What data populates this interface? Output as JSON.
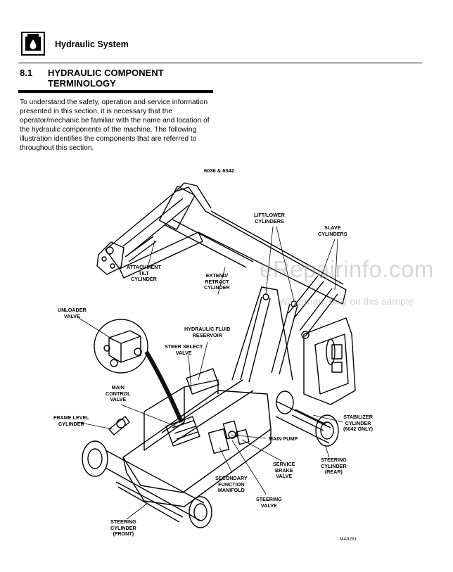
{
  "header": {
    "title": "Hydraulic System",
    "icon": "hydraulic-oil-icon"
  },
  "section": {
    "number": "8.1",
    "title": "HYDRAULIC COMPONENT TERMINOLOGY"
  },
  "intro": "To understand the safety, operation and service information presented in this section, it is necessary that the operator/mechanic be familiar with the name and location of the hydraulic components of the machine. The following illustration identifies the components that are referred to throughout this section.",
  "figure": {
    "title": "6036 & 6042",
    "code": "MA9251",
    "labels": {
      "lift_lower": "LIFT/LOWER\nCYLINDERS",
      "slave": "SLAVE\nCYLINDERS",
      "attachment_tilt": "ATTACHMENT\nTILT\nCYLINDER",
      "extend_retract": "EXTEND/\nRETRACT\nCYLINDER",
      "unloader": "UNLOADER\nVALVE",
      "reservoir": "HYDRAULIC FLUID\nRESERVOIR",
      "steer_select": "STEER SELECT\nVALVE",
      "main_control": "MAIN\nCONTROL\nVALVE",
      "frame_level": "FRAME LEVEL\nCYLINDER",
      "stabilizer": "STABILIZER\nCYLINDER\n(6042 ONLY)",
      "main_pump": "MAIN PUMP",
      "service_brake": "SERVICE\nBRAKE\nVALVE",
      "steering_rear": "STEERING\nCYLINDER\n(REAR)",
      "secondary": "SECONDARY\nFUNCTION\nMANIFOLD",
      "steering_valve": "STEERING\nVALVE",
      "steering_front": "STEERING\nCYLINDER\n(FRONT)"
    }
  },
  "watermark": {
    "line1": "eRepairinfo.com",
    "line2": "Watermark only on this sample"
  }
}
